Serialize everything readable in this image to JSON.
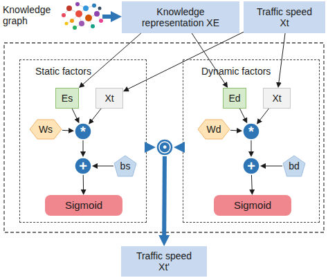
{
  "diagram": {
    "nodes": [
      {
        "text": [
          "Knowledge graph"
        ]
      },
      {
        "text": [
          "Knowledge representation XE"
        ]
      },
      {
        "text": [
          "Traffic speed Xt"
        ]
      },
      {
        "text": [
          "Static factors"
        ]
      },
      {
        "text": [
          "Es"
        ],
        "in": 3
      },
      {
        "text": [
          "Xt"
        ],
        "in": 3
      },
      {
        "text": [
          "Ws"
        ],
        "in": 3
      },
      {
        "text": [
          "*"
        ],
        "in": 3
      },
      {
        "text": [
          "+"
        ],
        "in": 3
      },
      {
        "text": [
          "bs"
        ],
        "in": 3
      },
      {
        "text": [
          "Sigmoid"
        ],
        "in": 3
      },
      {
        "text": [
          "Dynamic factors"
        ]
      },
      {
        "text": [
          "Ed"
        ],
        "in": 11
      },
      {
        "text": [
          "Xt"
        ],
        "in": 11
      },
      {
        "text": [
          "Wd"
        ],
        "in": 11
      },
      {
        "text": [
          "*"
        ],
        "in": 11
      },
      {
        "text": [
          "+"
        ],
        "in": 11
      },
      {
        "text": [
          "bd"
        ],
        "in": 11
      },
      {
        "text": [
          "Sigmoid"
        ],
        "in": 11
      },
      {
        "text": [
          "•"
        ]
      },
      {
        "text": [
          "Traffic speed Xt'"
        ]
      }
    ],
    "edges": [
      {
        "from": 0,
        "to": 1,
        "arrow": "to"
      },
      {
        "from": 1,
        "to": 4,
        "arrow": "to"
      },
      {
        "from": 1,
        "to": 12,
        "arrow": "to"
      },
      {
        "from": 2,
        "to": 5,
        "arrow": "to"
      },
      {
        "from": 2,
        "to": 13,
        "arrow": "to"
      },
      {
        "from": 4,
        "to": 7,
        "arrow": "to"
      },
      {
        "from": 5,
        "to": 7,
        "arrow": "to"
      },
      {
        "from": 6,
        "to": 7,
        "arrow": "to"
      },
      {
        "from": 7,
        "to": 8,
        "arrow": "to"
      },
      {
        "from": 9,
        "to": 8,
        "arrow": "to"
      },
      {
        "from": 8,
        "to": 10,
        "arrow": "to"
      },
      {
        "from": 12,
        "to": 15,
        "arrow": "to"
      },
      {
        "from": 13,
        "to": 15,
        "arrow": "to"
      },
      {
        "from": 14,
        "to": 15,
        "arrow": "to"
      },
      {
        "from": 15,
        "to": 16,
        "arrow": "to"
      },
      {
        "from": 17,
        "to": 16,
        "arrow": "to"
      },
      {
        "from": 16,
        "to": 18,
        "arrow": "to"
      },
      {
        "from": 3,
        "to": 19,
        "arrow": "to"
      },
      {
        "from": 11,
        "to": 19,
        "arrow": "to"
      },
      {
        "from": 19,
        "to": 20,
        "arrow": "to"
      }
    ]
  }
}
